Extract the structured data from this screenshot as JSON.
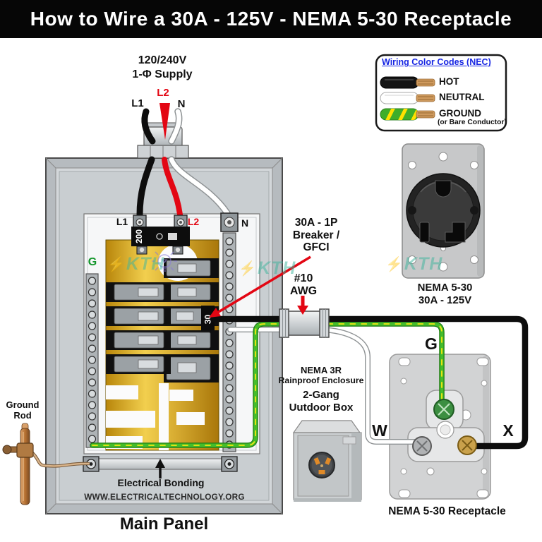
{
  "title": "How to Wire a 30A - 125V - NEMA 5-30 Receptacle",
  "supply": {
    "voltage": "120/240V",
    "phase": "1-Φ Supply",
    "l1": "L1",
    "l2": "L2",
    "n": "N"
  },
  "panel": {
    "l1": "L1",
    "l2": "L2",
    "n": "N",
    "ground_bus": "G",
    "main_breaker_rating": "200",
    "branch_breaker_rating": "30",
    "bonding_label": "Electrical Bonding",
    "website": "WWW.ELECTRICALTECHNOLOGY.ORG",
    "caption": "Main Panel",
    "ground_rod_line1": "Ground",
    "ground_rod_line2": "Rod"
  },
  "legend": {
    "title": "Wiring Color Codes (NEC)",
    "items": [
      {
        "label": "HOT",
        "wire_color": "#111111"
      },
      {
        "label": "NEUTRAL",
        "wire_color": "#ffffff"
      },
      {
        "label": "GROUND",
        "wire_color": "#3fae2a",
        "note": "(or Bare Conductor)"
      }
    ]
  },
  "callouts": {
    "breaker_line1": "30A - 1P",
    "breaker_line2": "Breaker /",
    "breaker_line3": "GFCI",
    "wire_line1": "#10",
    "wire_line2": "AWG",
    "enclosure_line1": "NEMA 3R",
    "enclosure_line2": "Rainproof Enclosure",
    "enclosure_line3": "2-Gang",
    "enclosure_line4": "Uutdoor Box"
  },
  "receptacle_front": {
    "name": "NEMA 5-30",
    "rating": "30A - 125V"
  },
  "receptacle_back": {
    "caption": "NEMA 5-30 Receptacle",
    "terminal_g": "G",
    "terminal_w": "W",
    "terminal_x": "X"
  },
  "watermark": {
    "brand": "KTH"
  },
  "colors": {
    "hot_black": "#111111",
    "neutral_white": "#ffffff",
    "ground_green": "#3fae2a",
    "live_red": "#e30613",
    "arrow_red": "#e30613",
    "legend_title_blue": "#1726e3",
    "bus_gold": "#d9ae33",
    "watermark_teal": "#3cb39c"
  }
}
